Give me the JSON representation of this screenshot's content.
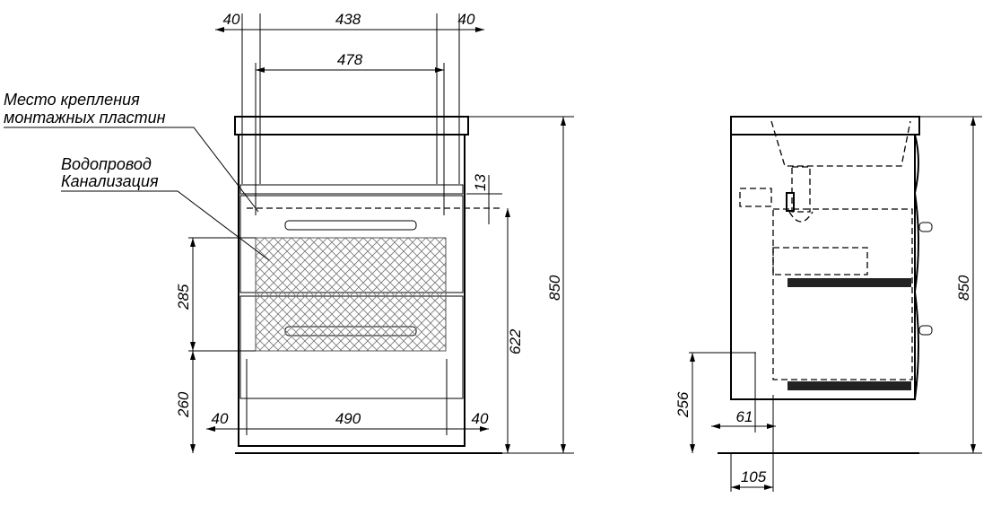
{
  "labels": {
    "mounting": [
      "Место крепления",
      "монтажных пластин"
    ],
    "pipes": [
      "Водопровод",
      "Канализация"
    ]
  },
  "front_view": {
    "dims": {
      "top_left": "40",
      "top_mid": "438",
      "top_right": "40",
      "inner_width": "478",
      "gap": "13",
      "zone_height": "285",
      "zone_bottom": "260",
      "outlet_height": "622",
      "total_height": "850",
      "bottom_left": "40",
      "bottom_mid": "490",
      "bottom_right": "40"
    }
  },
  "side_view": {
    "dims": {
      "total_height": "850",
      "pipe_height": "256",
      "offset_61": "61",
      "offset_105": "105"
    }
  }
}
